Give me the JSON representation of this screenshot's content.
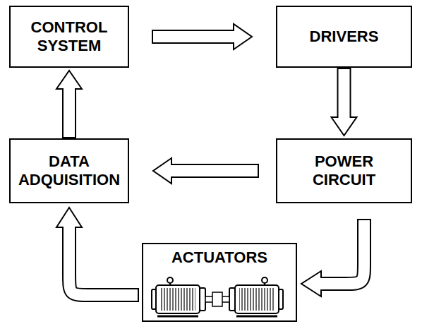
{
  "diagram": {
    "nodes": [
      {
        "text": [
          "CONTROL SYSTEM"
        ]
      },
      {
        "text": [
          "DRIVERS"
        ]
      },
      {
        "text": [
          "DATA ADQUISITION"
        ]
      },
      {
        "text": [
          "POWER CIRCUIT"
        ]
      },
      {
        "text": [
          "ACTUATORS"
        ]
      }
    ],
    "edges": [
      {
        "from": 0,
        "to": 1,
        "arrow": "to"
      },
      {
        "from": 1,
        "to": 3,
        "arrow": "to"
      },
      {
        "from": 3,
        "to": 2,
        "arrow": "to"
      },
      {
        "from": 2,
        "to": 0,
        "arrow": "to"
      },
      {
        "from": 3,
        "to": 4,
        "arrow": "to"
      },
      {
        "from": 4,
        "to": 2,
        "arrow": "to"
      }
    ]
  }
}
